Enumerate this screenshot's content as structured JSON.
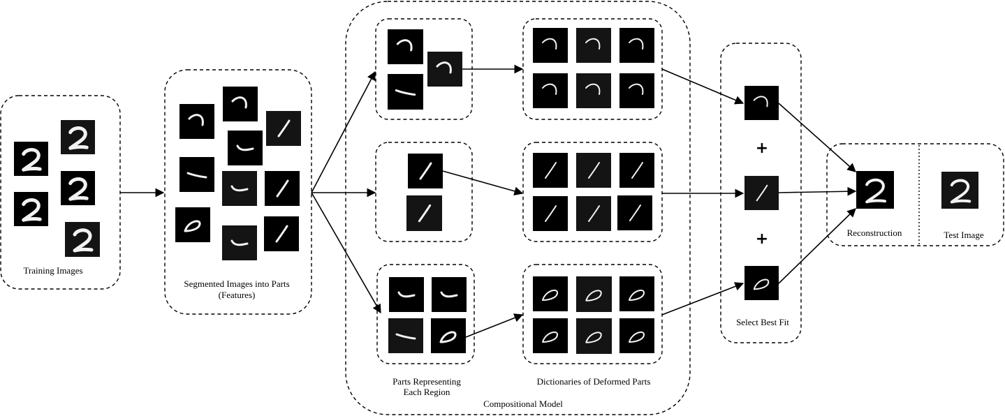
{
  "labels": {
    "training_images": "Training Images",
    "segmented_line1": "Segmented Images into Parts",
    "segmented_line2": "(Features)",
    "parts_line1": "Parts Representing",
    "parts_line2": "Each Region",
    "dictionaries": "Dictionaries of Deformed Parts",
    "compositional_model": "Compositional Model",
    "select_best_fit": "Select Best Fit",
    "reconstruction": "Reconstruction",
    "test_image": "Test Image"
  },
  "operators": {
    "plus": "+"
  },
  "icons": {
    "digit": "digit-two-glyph",
    "hook": "hook-stroke-glyph",
    "slash": "slash-stroke-glyph",
    "curve": "curve-stroke-glyph",
    "loop": "loop-stroke-glyph"
  },
  "colors": {
    "tile": "#000000",
    "stroke": "#f2f2f2",
    "line": "#000000"
  }
}
